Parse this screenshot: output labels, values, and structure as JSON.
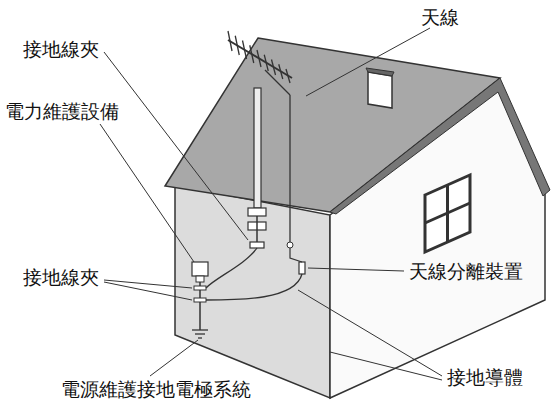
{
  "diagram": {
    "labels": [
      "天線",
      "接地線夾",
      "電力維護設備",
      "接地線夾",
      "天線分離裝置",
      "接地導體",
      "電源維護接地電極系統"
    ]
  }
}
